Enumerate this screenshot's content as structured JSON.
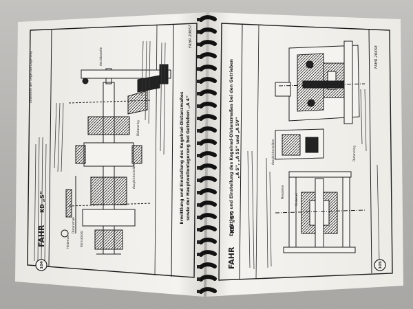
{
  "left_page": {
    "page_number": "104",
    "brand": "FAHR",
    "model": "KD „S”",
    "doc_code": "FAHR 20657",
    "title_line1": "Ermittlung und Einstellung des Kegelrad-Distanzmaßes",
    "title_line2": "sowie der Hauptwellenlagerung bei Getrieben „A 4”",
    "label_antriebswelle": "Antriebswelle",
    "label_stirnradsatz": "Stirnradsatz",
    "label_distanzring": "Distanzring",
    "label_distanzmass": "Distanzmaß",
    "label_ausgleichscheiben": "Ausgleichscheiben",
    "label_hinterrad": "Hinterrad",
    "section_heading": "Einstellen der Kegelrad-Lagerung"
  },
  "right_page": {
    "page_number": "105",
    "brand": "FAHR",
    "model": "KD „S”",
    "doc_code": "FAHR 20658",
    "title_line1": "Ermittlung und Einstellung des Kegelrad-Distanzmaßes bei den Getrieben",
    "title_line2": "„A 5”, „A 5S” und „A 5V”",
    "label_messlehre": "Messlehre",
    "label_ausgleichscheiben": "Ausgleichscheiben",
    "label_distanzring": "Distanzring",
    "label_hinterrad": "Hinterrad"
  },
  "colors": {
    "paper": "#f3f2ee",
    "ink": "#1b1b1b",
    "binding": "#111111",
    "table": "#b6b4b1"
  }
}
